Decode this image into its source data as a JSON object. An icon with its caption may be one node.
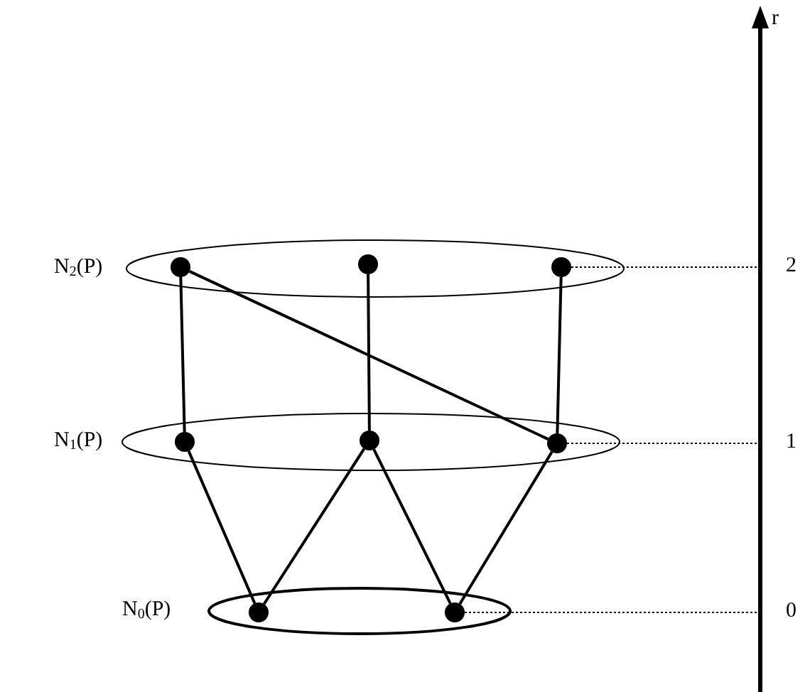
{
  "diagram": {
    "nodes": [
      {
        "text": [
          "N$_{2}$(P)"
        ]
      },
      {
        "text": [],
        "shape": "circle",
        "in": 0
      },
      {
        "text": [],
        "shape": "circle",
        "in": 0
      },
      {
        "text": [],
        "shape": "circle",
        "in": 0
      },
      {
        "text": [
          "N$_{1}$(P)"
        ]
      },
      {
        "text": [],
        "shape": "circle",
        "in": 4
      },
      {
        "text": [],
        "shape": "circle",
        "in": 4
      },
      {
        "text": [],
        "shape": "circle",
        "in": 4
      },
      {
        "text": [
          "N$_{0}$(P)"
        ]
      },
      {
        "text": [],
        "shape": "circle",
        "in": 8
      },
      {
        "text": [],
        "shape": "circle",
        "in": 8
      }
    ],
    "edges": [
      {
        "from": 1,
        "to": 5,
        "arrow": "none"
      },
      {
        "from": 2,
        "to": 6,
        "arrow": "none"
      },
      {
        "from": 3,
        "to": 7,
        "arrow": "none"
      },
      {
        "from": 1,
        "to": 7,
        "arrow": "none"
      },
      {
        "from": 5,
        "to": 9,
        "arrow": "none"
      },
      {
        "from": 6,
        "to": 9,
        "arrow": "none"
      },
      {
        "from": 6,
        "to": 10,
        "arrow": "none"
      },
      {
        "from": 7,
        "to": 10,
        "arrow": "none"
      }
    ],
    "labels": [
      "r",
      "2",
      "1",
      "0"
    ]
  }
}
